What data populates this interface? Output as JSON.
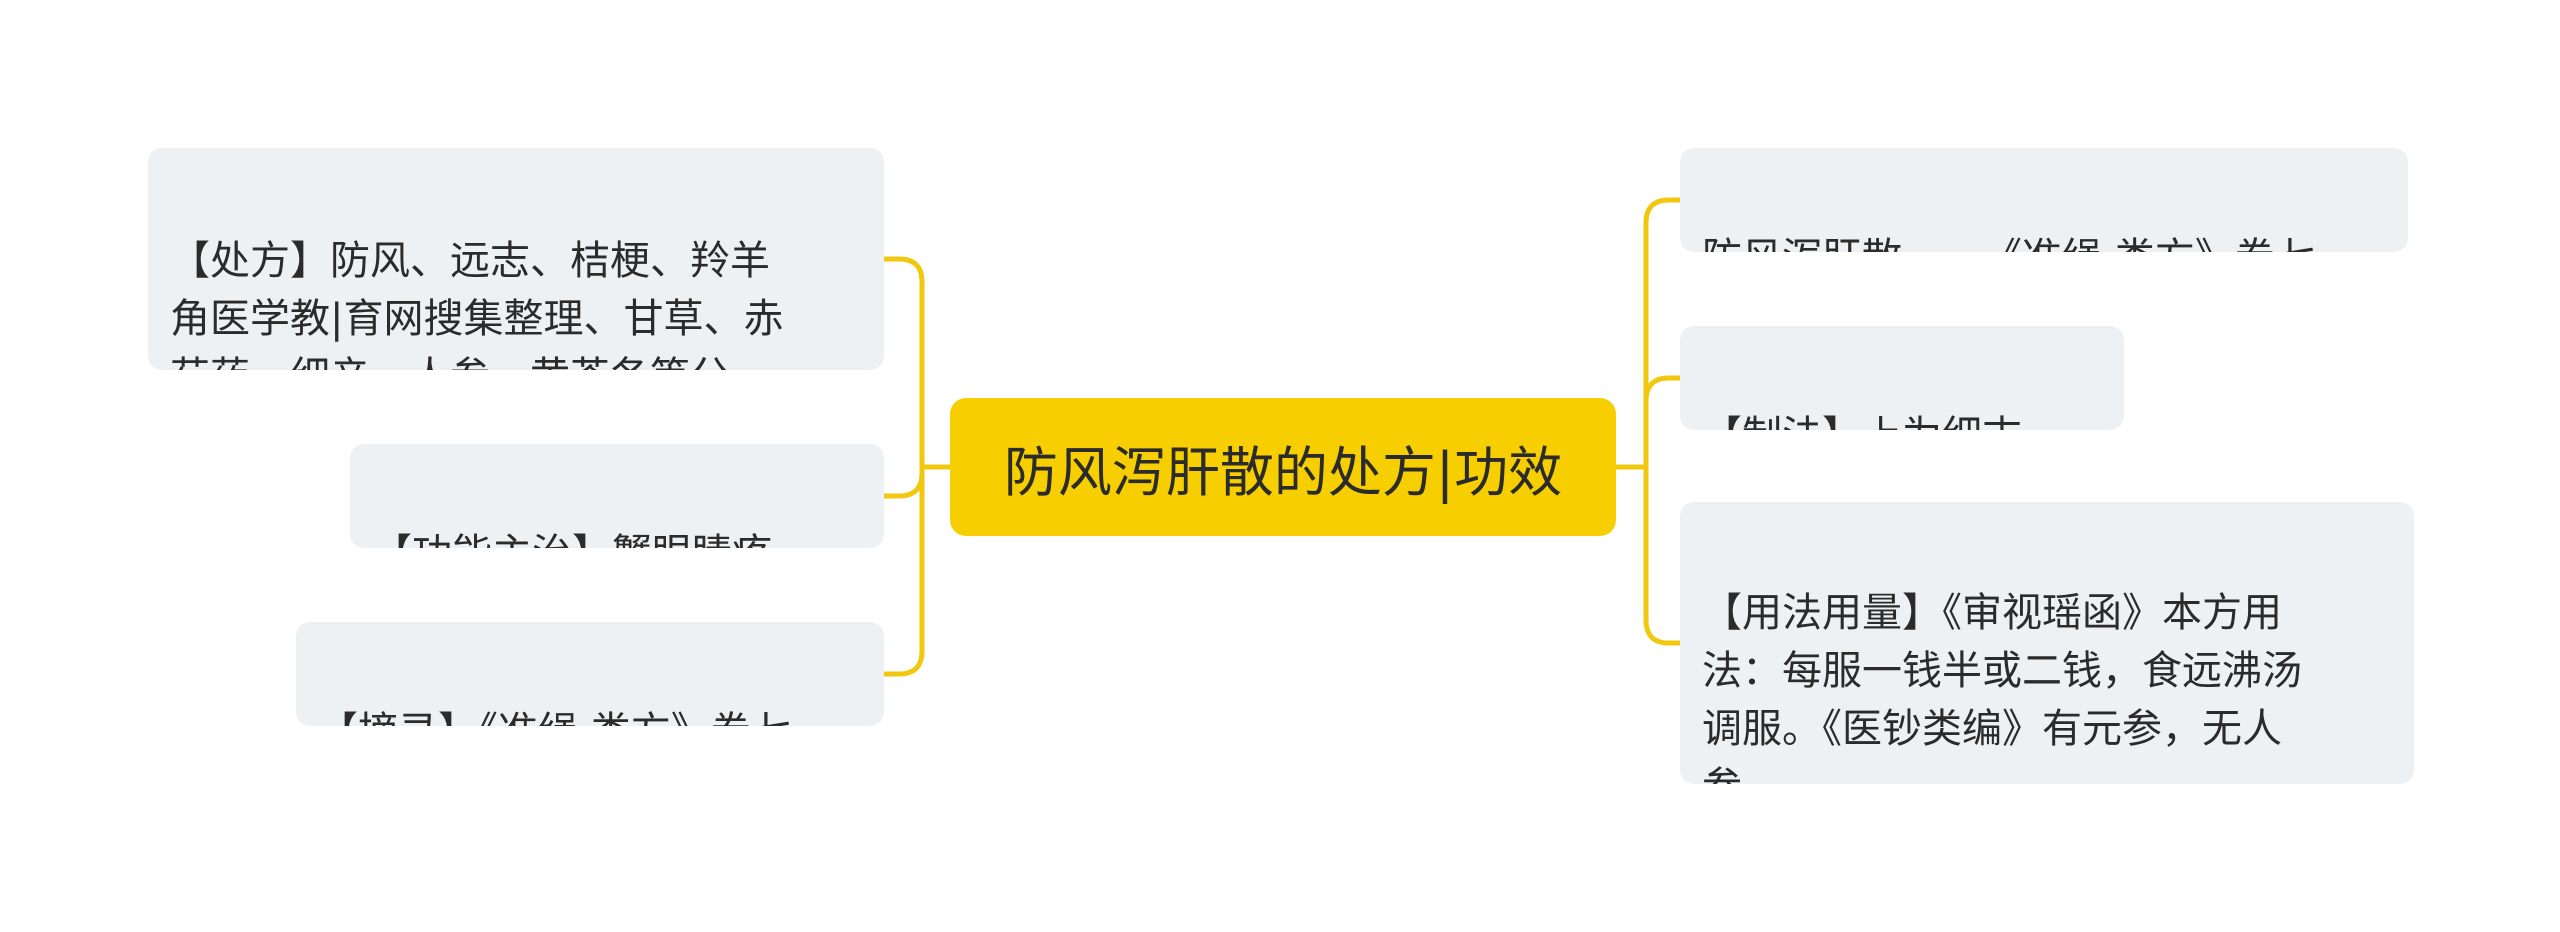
{
  "mindmap": {
    "root": {
      "label": "防风泻肝散的处方|功效"
    },
    "left": [
      {
        "id": "chufang",
        "text": "【处方】防风、远志、桔梗、羚羊\n角医学教|育网搜集整理、甘草、赤\n芍药、细辛、人参、黄芩各等分。"
      },
      {
        "id": "gongneng",
        "text": "【功能主治】蟹眼睛疼。"
      },
      {
        "id": "zhailu",
        "text": "【摘录】《准绳·类方》卷七"
      }
    ],
    "right": [
      {
        "id": "title",
        "text": "防风泻肝散——《准绳·类方》卷七"
      },
      {
        "id": "zhifa",
        "text": "【制法】上为细末。"
      },
      {
        "id": "yongfa",
        "text": "【用法用量】《审视瑶函》本方用\n法：每服一钱半或二钱，食远沸汤\n调服。《医钞类编》有元参，无人\n参。"
      }
    ]
  },
  "colors": {
    "root_fill": "#f7cf00",
    "connector": "#f2c80f",
    "node_fill": "#eef1f4",
    "text": "#2b2b2b",
    "background": "#ffffff"
  }
}
